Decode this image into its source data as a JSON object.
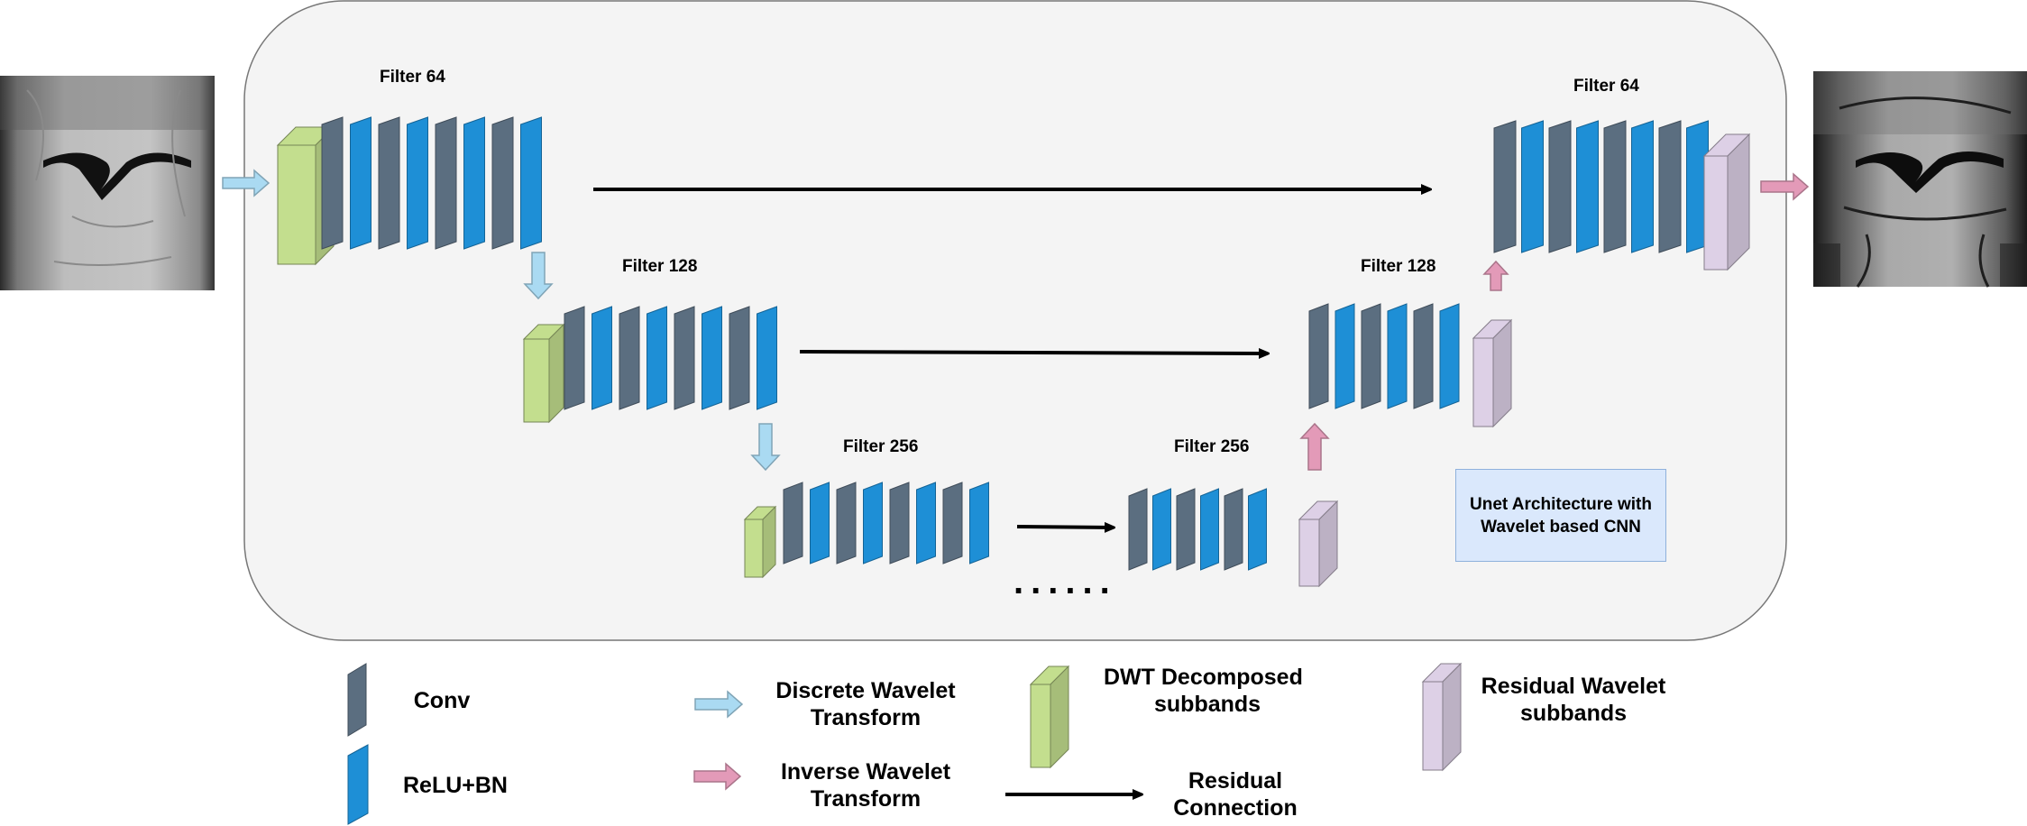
{
  "stages": {
    "enc1_filter": "Filter 64",
    "enc2_filter": "Filter 128",
    "enc3_filter": "Filter 256",
    "dec3_filter": "Filter 256",
    "dec2_filter": "Filter 128",
    "dec1_filter": "Filter 64"
  },
  "note": {
    "line1": "Unet Architecture with",
    "line2": "Wavelet based CNN"
  },
  "bottom_ellipsis": "......",
  "legend": {
    "conv": "Conv",
    "relu_bn": "ReLU+BN",
    "dwt_line1": "Discrete Wavelet",
    "dwt_line2": "Transform",
    "iwt_line1": "Inverse Wavelet",
    "iwt_line2": "Transform",
    "dwt_sub_line1": "DWT Decomposed",
    "dwt_sub_line2": "subbands",
    "residual_conn_line1": "Residual",
    "residual_conn_line2": "Connection",
    "residual_sub_line1": "Residual Wavelet",
    "residual_sub_line2": "subbands"
  },
  "colors": {
    "conv": "#5b6e80",
    "relu_bn": "#1e8fd6",
    "dwt_subband": "#c3de8e",
    "residual_subband": "#ddd0e6",
    "dwt_arrow": "#aadaf2",
    "iwt_arrow": "#e39ab8",
    "container": "#f4f4f4"
  }
}
